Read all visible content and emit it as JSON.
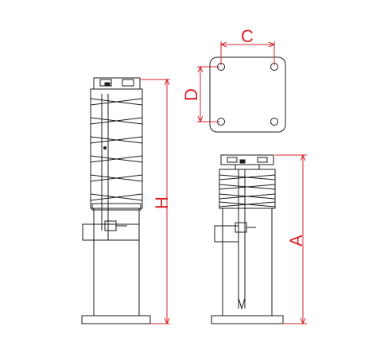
{
  "diagram": {
    "dimension_labels": {
      "c": "C",
      "d": "D",
      "h": "H",
      "a": "A"
    },
    "colors": {
      "outline": "#1a1a1a",
      "dimension": "#d8232a",
      "background": "#ffffff"
    }
  }
}
